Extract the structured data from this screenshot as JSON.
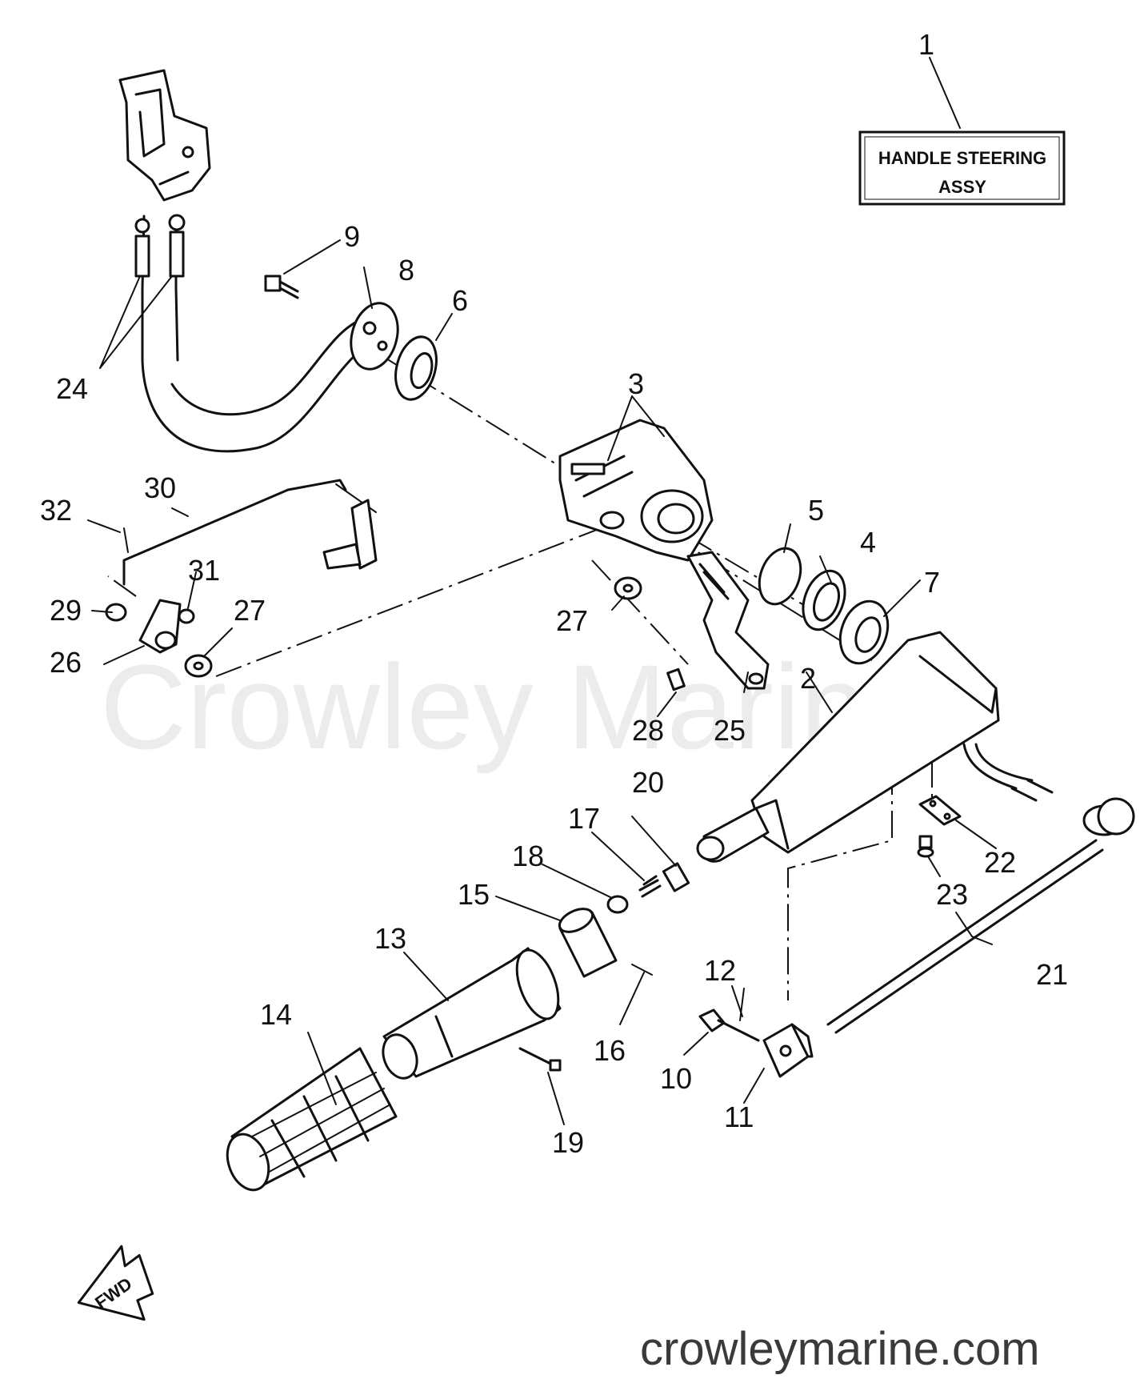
{
  "title_box": {
    "line1": "HANDLE STEERING",
    "line2": "ASSY",
    "part_number": "1"
  },
  "watermark": "Crowley Marine",
  "website": "crowleymarine.com",
  "fwd_label": "FWD",
  "callouts": [
    {
      "id": "c1",
      "label": "1"
    },
    {
      "id": "c2",
      "label": "2"
    },
    {
      "id": "c3",
      "label": "3"
    },
    {
      "id": "c4",
      "label": "4"
    },
    {
      "id": "c5",
      "label": "5"
    },
    {
      "id": "c6",
      "label": "6"
    },
    {
      "id": "c7",
      "label": "7"
    },
    {
      "id": "c8",
      "label": "8"
    },
    {
      "id": "c9",
      "label": "9"
    },
    {
      "id": "c10",
      "label": "10"
    },
    {
      "id": "c11",
      "label": "11"
    },
    {
      "id": "c12",
      "label": "12"
    },
    {
      "id": "c13",
      "label": "13"
    },
    {
      "id": "c14",
      "label": "14"
    },
    {
      "id": "c15",
      "label": "15"
    },
    {
      "id": "c16",
      "label": "16"
    },
    {
      "id": "c17",
      "label": "17"
    },
    {
      "id": "c18",
      "label": "18"
    },
    {
      "id": "c19",
      "label": "19"
    },
    {
      "id": "c20",
      "label": "20"
    },
    {
      "id": "c21",
      "label": "21"
    },
    {
      "id": "c22",
      "label": "22"
    },
    {
      "id": "c23",
      "label": "23"
    },
    {
      "id": "c24",
      "label": "24"
    },
    {
      "id": "c25",
      "label": "25"
    },
    {
      "id": "c26",
      "label": "26"
    },
    {
      "id": "c27a",
      "label": "27"
    },
    {
      "id": "c27b",
      "label": "27"
    },
    {
      "id": "c28",
      "label": "28"
    },
    {
      "id": "c29",
      "label": "29"
    },
    {
      "id": "c30",
      "label": "30"
    },
    {
      "id": "c31",
      "label": "31"
    },
    {
      "id": "c32",
      "label": "32"
    }
  ]
}
